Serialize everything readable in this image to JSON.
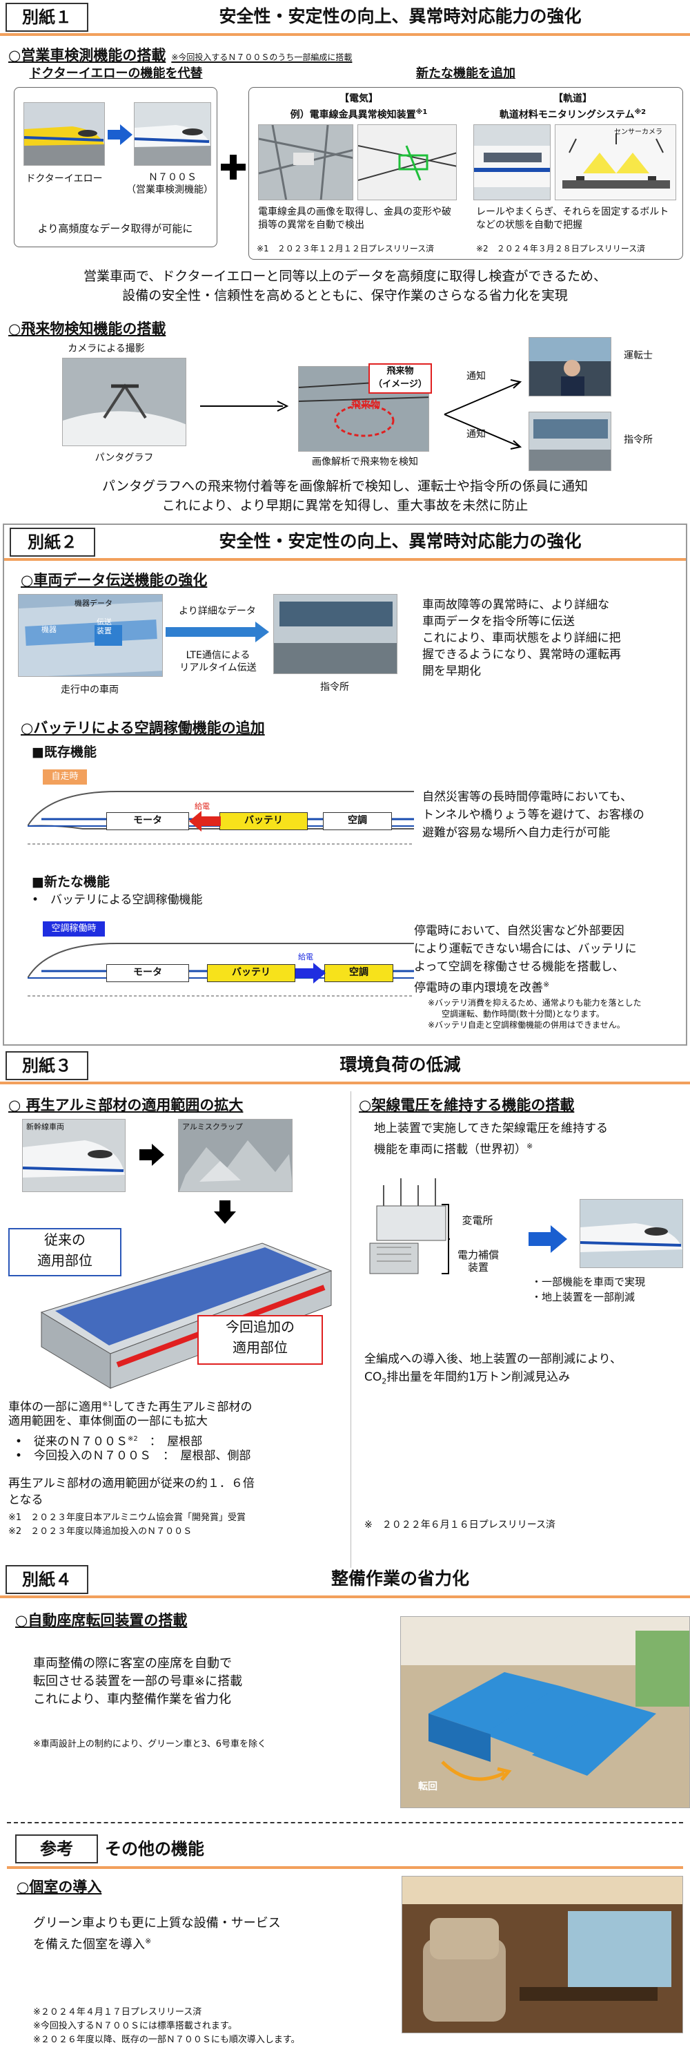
{
  "s1": {
    "tag": "別紙１",
    "title": "安全性・安定性の向上、異常時対応能力の強化",
    "h1": "○営業車検測機能の搭載",
    "h1_note": "※今回投入するＮ７００Ｓのうち一部編成に搭載",
    "left_box_title": "ドクターイエローの機能を代替",
    "dy_label": "ドクターイエロー",
    "n700s_label": "Ｎ７００Ｓ",
    "n700s_sub": "（営業車検測機能）",
    "freq_text": "より高頻度なデータ取得が可能に",
    "right_box_title": "新たな機能を追加",
    "denki_tag": "【電気】",
    "denki_title": "例）電車線金具異常検知装置",
    "denki_mark": "※1",
    "kido_tag": "【軌道】",
    "kido_title": "軌道材料モニタリングシステム",
    "kido_mark": "※2",
    "sensor_label": "センサーカメラ",
    "denki_desc": "電車線金具の画像を取得し、金具の変形や破損等の異常を自動で検出",
    "kido_desc": "レールやまくらぎ、それらを固定するボルトなどの状態を自動で把握",
    "note1": "※1　２０２３年１２月１２日プレスリリース済",
    "note2": "※2　２０２４年３月２８日プレスリリース済",
    "summary1": "営業車両で、ドクターイエローと同等以上のデータを高頻度に取得し検査ができるため、",
    "summary2": "設備の安全性・信頼性を高めるとともに、保守作業のさらなる省力化を実現",
    "h2": "○飛来物検知機能の搭載",
    "camera_label": "カメラによる撮影",
    "panto_label": "パンタグラフ",
    "flying_obj": "飛来物",
    "flying_obj_img": "飛来物\n（イメージ）",
    "analysis_label": "画像解析で飛来物を検知",
    "notify1": "通知",
    "notify2": "通知",
    "driver_label": "運転士",
    "command_label": "指令所",
    "summary3": "パンタグラフへの飛来物付着等を画像解析で検知し、運転士や指令所の係員に通知",
    "summary4": "これにより、より早期に異常を知得し、重大事故を未然に防止"
  },
  "s2": {
    "tag": "別紙２",
    "title": "安全性・安定性の向上、異常時対応能力の強化",
    "h1": "○車両データ伝送機能の強化",
    "device_data": "機器データ",
    "equip": "機器",
    "trans": "伝送\n装置",
    "detail_data": "より詳細なデータ",
    "lte": "LTE通信による\nリアルタイム伝送",
    "running_train": "走行中の車両",
    "command": "指令所",
    "desc1_a": "車両故障等の異常時に、より詳細な",
    "desc1_b": "車両データを指令所等に伝送",
    "desc1_c": "これにより、車両状態をより詳細に把",
    "desc1_d": "握できるようになり、異常時の運転再",
    "desc1_e": "開を早期化",
    "h2": "○バッテリによる空調稼働機能の追加",
    "existing": "■既存機能",
    "self_run": "自走時",
    "motor": "モータ",
    "battery": "バッテリ",
    "aircon": "空調",
    "supply": "給電",
    "existing_desc_a": "自然災害等の長時間停電時においても、",
    "existing_desc_b": "トンネルや橋りょう等を避けて、お客様の",
    "existing_desc_c": "避難が容易な場所へ自力走行が可能",
    "new_func": "■新たな機能",
    "new_bullet": "バッテリによる空調稼働機能",
    "ac_running": "空調稼働時",
    "motor2": "モータ",
    "battery2": "バッテリ",
    "aircon2": "空調",
    "supply2": "給電",
    "new_desc_a": "停電時において、自然災害など外部要因",
    "new_desc_b": "により運転できない場合には、バッテリに",
    "new_desc_c": "よって空調を稼働させる機能を搭載し、",
    "new_desc_d": "停電時の車内環境を改善",
    "new_desc_mark": "※",
    "new_note_a": "※バッテリ消費を抑えるため、通常よりも能力を落とした",
    "new_note_b": "空調運転、動作時間(数十分間)となります。",
    "new_note_c": "※バッテリ自走と空調稼働機能の併用はできません。"
  },
  "s3": {
    "tag": "別紙３",
    "title": "環境負荷の低減",
    "h1": "○ 再生アルミ部材の適用範囲の拡大",
    "shinkansen_label": "新幹線車両",
    "scrap_label": "アルミスクラップ",
    "old_area_a": "従来の",
    "old_area_b": "適用部位",
    "new_area_a": "今回追加の",
    "new_area_b": "適用部位",
    "desc_a": "車体の一部に適用",
    "desc_a_mark": "※1",
    "desc_a_rest": "してきた再生アルミ部材の",
    "desc_b": "適用範囲を、車体側面の一部にも拡大",
    "bullet1_label": "従来のＮ７００Ｓ",
    "bullet1_mark": "※2",
    "bullet1_val": "：　屋根部",
    "bullet2_label": "今回投入のＮ７００Ｓ",
    "bullet2_val": "：　屋根部、側部",
    "ratio_a": "再生アルミ部材の適用範囲が従来の約１．６倍",
    "ratio_b": "となる",
    "note1": "※1　２０２３年度日本アルミニウム協会賞「開発賞」受賞",
    "note2": "※2　２０２３年度以降追加投入のＮ７００Ｓ",
    "h2": "○架線電圧を維持する機能の搭載",
    "volt_desc_a": "地上装置で実施してきた架線電圧を維持する",
    "volt_desc_b": "機能を車両に搭載（世界初）",
    "volt_desc_mark": "※",
    "substation": "変電所",
    "power_comp_a": "電力補償",
    "power_comp_b": "装置",
    "point1": "・一部機能を車両で実現",
    "point2": "・地上装置を一部削減",
    "co2_a": "全編成への導入後、地上装置の一部削減により、",
    "co2_b_pre": "CO",
    "co2_b_sub": "2",
    "co2_b_post": "排出量を年間約1万トン削減見込み",
    "volt_note": "※　２０２２年６月１６日プレスリリース済"
  },
  "s4": {
    "tag": "別紙４",
    "title": "整備作業の省力化",
    "h1": "○自動座席転回装置の搭載",
    "desc_a": "車両整備の際に客室の座席を自動で",
    "desc_b": "転回させる装置を一部の号車※に搭載",
    "desc_c": "これにより、車内整備作業を省力化",
    "note": "※車両設計上の制約により、グリーン車と3、6号車を除く",
    "rotate_label": "転回"
  },
  "ref": {
    "tag": "参考",
    "title": "その他の機能",
    "h1": "○個室の導入",
    "desc_a": "グリーン車よりも更に上質な設備・サービス",
    "desc_b": "を備えた個室を導入",
    "desc_mark": "※",
    "note1": "※２０２４年４月１７日プレスリリース済",
    "note2": "※今回投入するＮ７００Ｓには標準搭載されます。",
    "note3": "※２０２６年度以降、既存の一部Ｎ７００Ｓにも順次導入します。"
  },
  "colors": {
    "accent_orange": "#f2a05c",
    "arrow_blue": "#1a5fd0",
    "battery_yellow": "#f7e21b",
    "supply_red": "#e0261c",
    "seat_blue": "#2f8fd8",
    "frame_red": "#e02020",
    "frame_blue": "#2a57b8"
  }
}
